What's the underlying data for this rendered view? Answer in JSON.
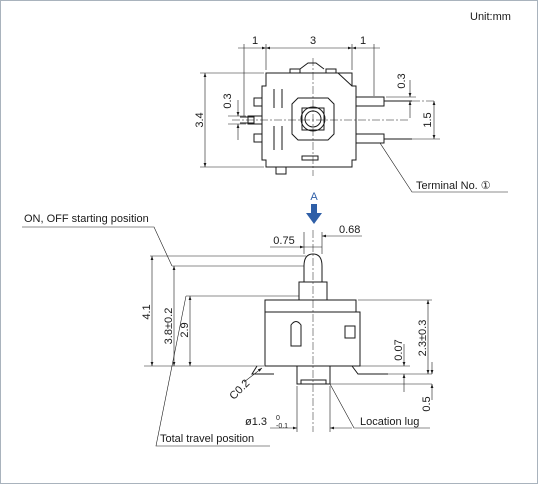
{
  "unit_label": "Unit:mm",
  "top_view": {
    "dimensions": {
      "left_margin": "1",
      "body_width": "3",
      "right_margin": "1",
      "height": "3.4",
      "left_gap": "0.3",
      "terminal_gap": "0.3",
      "terminal_pitch": "1.5"
    },
    "callouts": {
      "terminal": "Terminal No. ①"
    },
    "view_arrow": "A"
  },
  "side_view": {
    "dimensions": {
      "width_075": "0.75",
      "width_068": "0.68",
      "overall_height": "4.1",
      "start_height": "3.8±0.2",
      "travel_height": "2.9",
      "body_height": "2.3±0.3",
      "offset": "0.07",
      "lug_length": "0.5",
      "chamfer": "C0.2",
      "lug_diameter": "ø1.3",
      "lug_tol_upper": "0",
      "lug_tol_lower": "-0.1"
    },
    "callouts": {
      "start_position": "ON, OFF starting position",
      "total_travel": "Total travel position",
      "location_lug": "Location lug"
    }
  }
}
